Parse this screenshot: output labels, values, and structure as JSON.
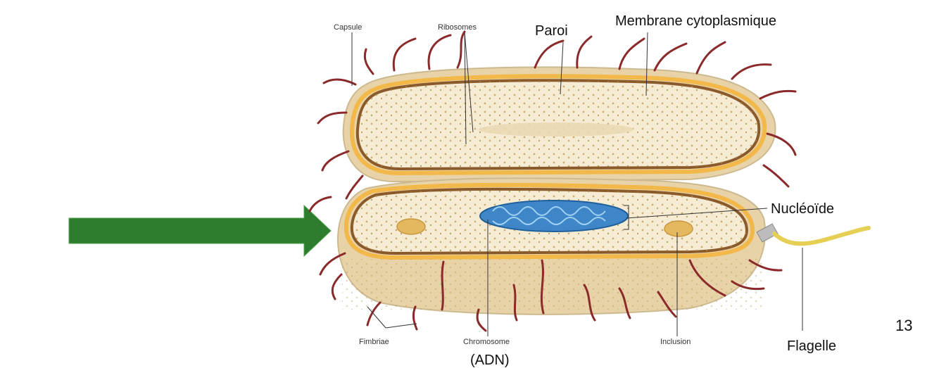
{
  "diagram": {
    "labels": {
      "capsule": "Capsule",
      "ribosomes": "Ribosomes",
      "paroi": "Paroi",
      "membrane": "Membrane cytoplasmique",
      "nucleoide": "Nucléoïde",
      "fimbriae": "Fimbriae",
      "chromosome": "Chromosome",
      "adn": "(ADN)",
      "inclusion": "Inclusion",
      "flagelle": "Flagelle"
    },
    "slide_number": "13",
    "colors": {
      "arrow": "#2e7d2e",
      "cell_body": "#e8d3a8",
      "cytoplasm": "#f6ecd4",
      "wall": "#8a5a2b",
      "membrane_band": "#f2b84a",
      "fimbriae": "#8b2a2a",
      "chromosome": "#3e86c7",
      "flagellum": "#e6cf55"
    }
  }
}
